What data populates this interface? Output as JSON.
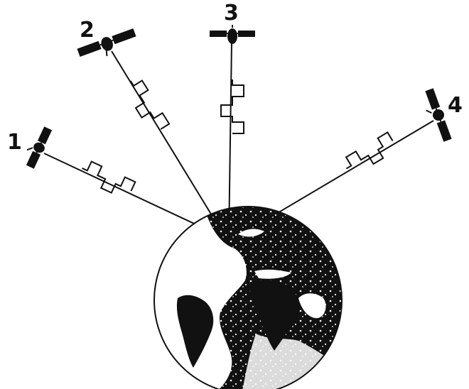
{
  "diagram": {
    "satellites": [
      {
        "label": "1"
      },
      {
        "label": "2"
      },
      {
        "label": "3"
      },
      {
        "label": "4"
      }
    ]
  },
  "colors": {
    "ink": "#111111",
    "paper": "#ffffff"
  },
  "icons": [
    "satellite-icon",
    "earth-globe-icon",
    "signal-pulse-icon"
  ]
}
